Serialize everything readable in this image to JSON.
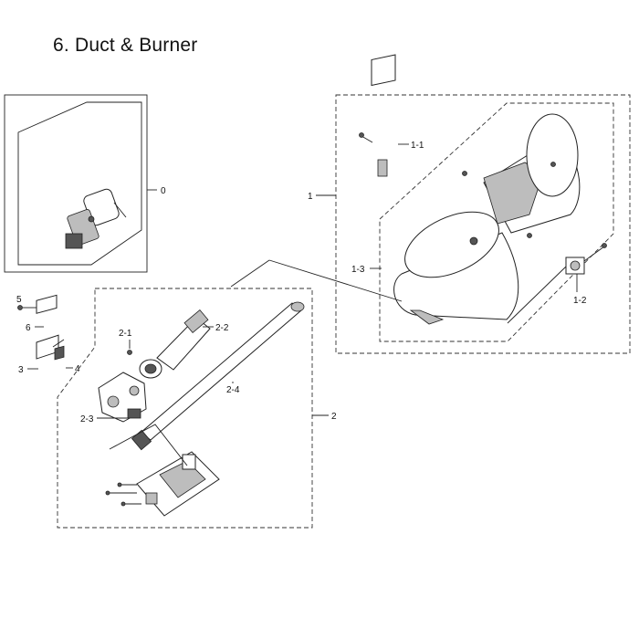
{
  "title": "6. Duct & Burner",
  "callouts": {
    "c0": "0",
    "c1": "1",
    "c1_1": "1-1",
    "c1_2": "1-2",
    "c1_3": "1-3",
    "c2": "2",
    "c2_1": "2-1",
    "c2_2": "2-2",
    "c2_3": "2-3",
    "c2_4": "2-4",
    "c3": "3",
    "c4": "4",
    "c5": "5",
    "c6": "6"
  }
}
